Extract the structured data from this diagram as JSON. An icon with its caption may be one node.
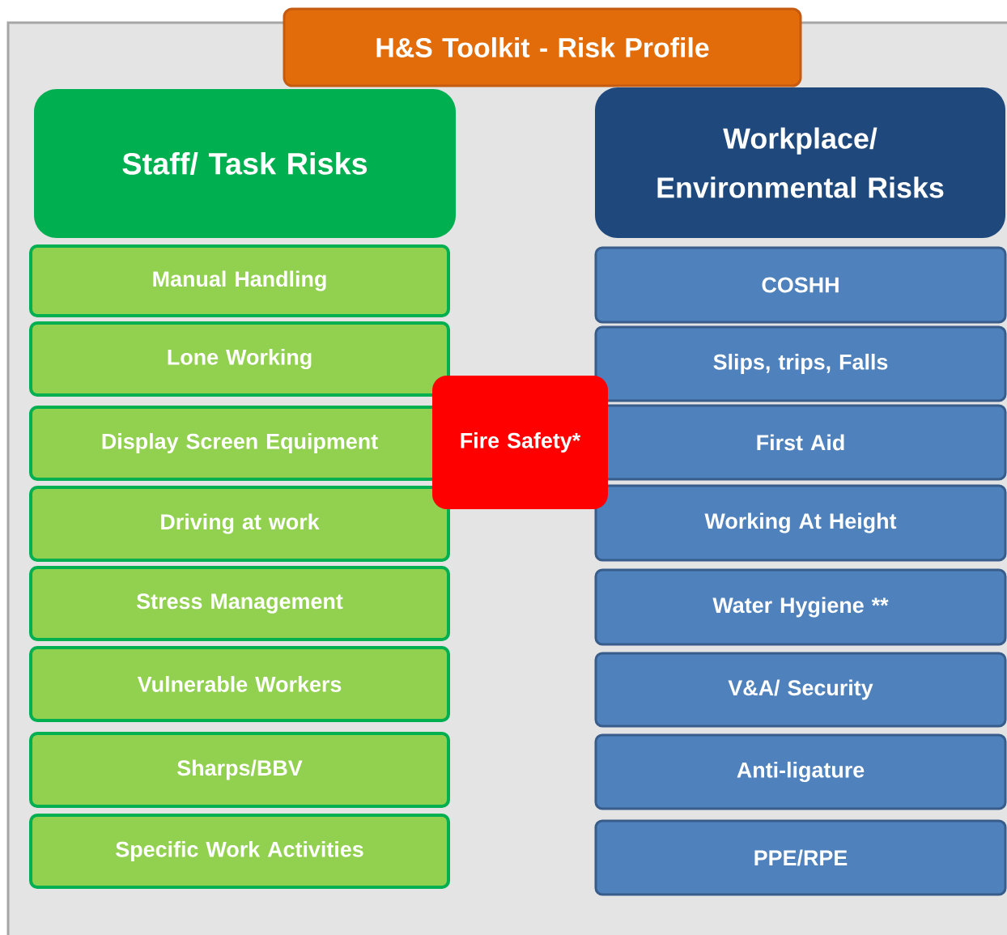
{
  "diagram": {
    "nodes": [
      {
        "text": [
          "H&S Toolkit - Risk Profile"
        ]
      },
      {
        "text": [
          "Staff/ Task Risks"
        ]
      },
      {
        "text": [
          "Manual Handling"
        ]
      },
      {
        "text": [
          "Lone Working"
        ]
      },
      {
        "text": [
          "Display Screen Equipment"
        ]
      },
      {
        "text": [
          "Driving at work"
        ]
      },
      {
        "text": [
          "Stress Management"
        ]
      },
      {
        "text": [
          "Vulnerable Workers"
        ]
      },
      {
        "text": [
          "Sharps/BBV"
        ]
      },
      {
        "text": [
          "Specific Work Activities"
        ]
      },
      {
        "text": [
          "Workplace/ Environmental Risks"
        ]
      },
      {
        "text": [
          "COSHH"
        ]
      },
      {
        "text": [
          "Slips, trips, Falls"
        ]
      },
      {
        "text": [
          "First Aid"
        ]
      },
      {
        "text": [
          "Working At Height"
        ]
      },
      {
        "text": [
          "Water Hygiene **"
        ]
      },
      {
        "text": [
          "V&A/ Security"
        ]
      },
      {
        "text": [
          "Anti-ligature"
        ]
      },
      {
        "text": [
          "PPE/RPE"
        ]
      },
      {
        "text": [
          "Fire Safety*"
        ]
      }
    ],
    "edges": []
  }
}
